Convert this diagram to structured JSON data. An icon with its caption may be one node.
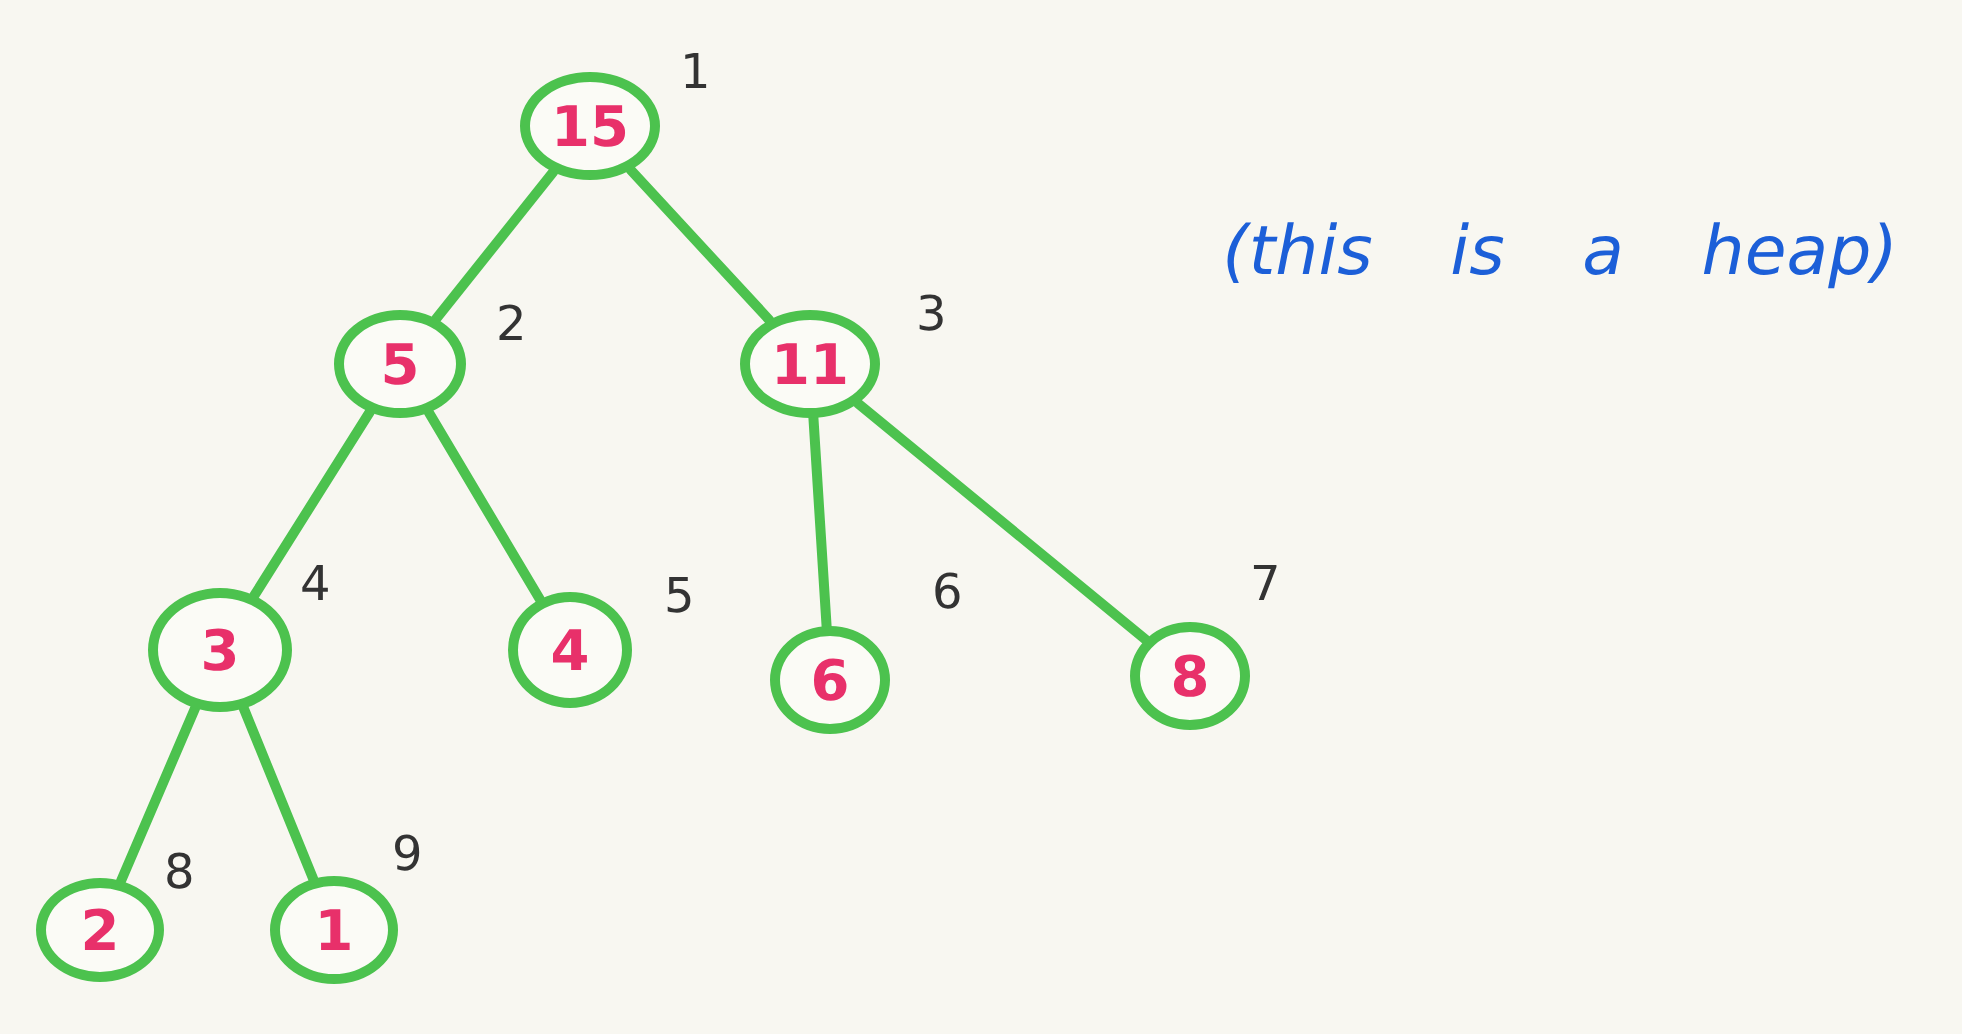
{
  "diagram": {
    "nodes": [
      {
        "text": [
          "15"
        ],
        "beside": [
          "1"
        ]
      },
      {
        "text": [
          "5"
        ],
        "beside": [
          "2"
        ]
      },
      {
        "text": [
          "11"
        ],
        "beside": [
          "3"
        ]
      },
      {
        "text": [
          "3"
        ],
        "beside": [
          "4"
        ]
      },
      {
        "text": [
          "4"
        ],
        "beside": [
          "5"
        ]
      },
      {
        "text": [
          "6"
        ],
        "beside": [
          "6"
        ]
      },
      {
        "text": [
          "8"
        ],
        "beside": [
          "7"
        ]
      },
      {
        "text": [
          "2"
        ],
        "beside": [
          "8"
        ]
      },
      {
        "text": [
          "1"
        ],
        "beside": [
          "9"
        ]
      }
    ],
    "edges": [
      {
        "from": 0,
        "to": 1,
        "arrow": "none"
      },
      {
        "from": 0,
        "to": 2,
        "arrow": "none"
      },
      {
        "from": 1,
        "to": 3,
        "arrow": "none"
      },
      {
        "from": 1,
        "to": 4,
        "arrow": "none"
      },
      {
        "from": 2,
        "to": 5,
        "arrow": "none"
      },
      {
        "from": 2,
        "to": 6,
        "arrow": "none"
      },
      {
        "from": 3,
        "to": 7,
        "arrow": "none"
      },
      {
        "from": 3,
        "to": 8,
        "arrow": "none"
      }
    ],
    "labels": [
      "(this is a heap)"
    ]
  }
}
